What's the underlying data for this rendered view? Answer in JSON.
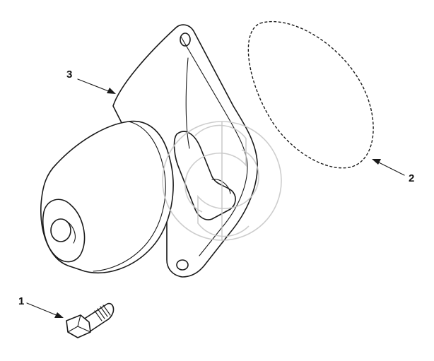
{
  "callouts": [
    {
      "label": "1",
      "part": "bolt"
    },
    {
      "label": "2",
      "part": "gasket"
    },
    {
      "label": "3",
      "part": "water-pump"
    }
  ],
  "colors": {
    "ink": "#1a1a1a",
    "background": "#ffffff",
    "watermark": "#c8c8c8"
  }
}
